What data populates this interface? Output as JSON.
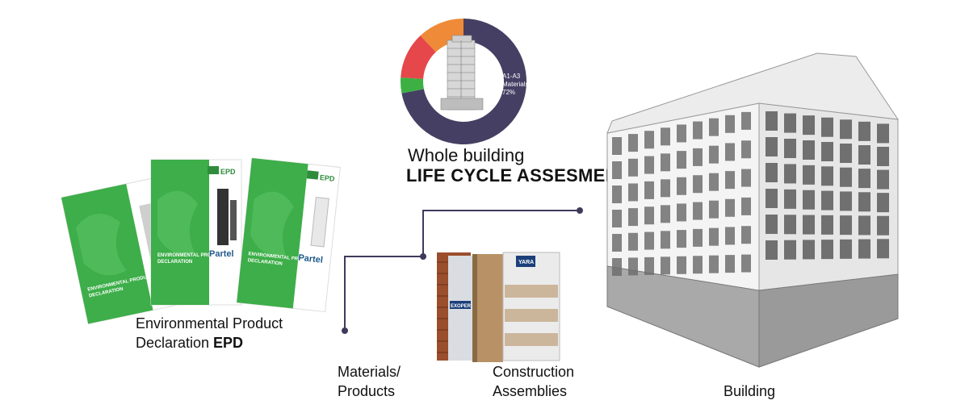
{
  "lca": {
    "title_line1": "Whole building",
    "title_line2": "LIFE CYCLE ASSESMENT",
    "donut_label_line1": "A1-A3",
    "donut_label_line2": "Materials",
    "donut_label_line3": "72%",
    "donut_segments": [
      {
        "name": "A1-A3 Materials",
        "percent": 72,
        "color": "#453f63"
      },
      {
        "name": "segment-2",
        "percent": 4,
        "color": "#3cb043"
      },
      {
        "name": "segment-3",
        "percent": 12,
        "color": "#e5474a"
      },
      {
        "name": "segment-4",
        "percent": 12,
        "color": "#ee8a38"
      }
    ]
  },
  "epd": {
    "label_line1": "Environmental Product",
    "label_line2_prefix": "Declaration ",
    "label_line2_bold": "EPD",
    "doc_title_line1": "ENVIRONMENTAL PRODUCT",
    "doc_title_line2": "DECLARATION",
    "brand": "Partel",
    "badge": "EPD"
  },
  "materials": {
    "label_line1": "Materials/",
    "label_line2": "Products"
  },
  "assemblies": {
    "label_line1": "Construction",
    "label_line2": "Assemblies",
    "product_left": "EXOPER",
    "product_right": "YARA"
  },
  "building": {
    "label": "Building"
  },
  "colors": {
    "connector": "#3f3a5c",
    "epd_green": "#3dae49"
  }
}
